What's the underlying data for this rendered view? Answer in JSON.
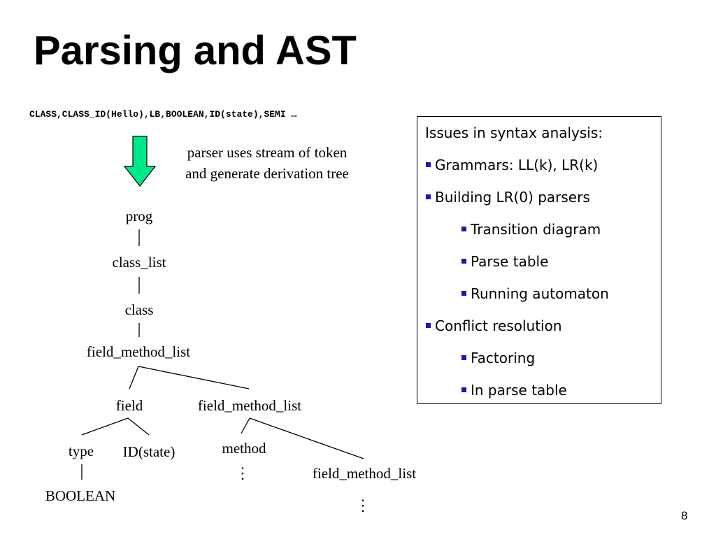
{
  "slide": {
    "title": "Parsing and AST",
    "token_stream": "CLASS,CLASS_ID(Hello),LB,BOOLEAN,ID(state),SEMI …",
    "caption_lines": [
      "parser uses stream of token",
      "and generate derivation tree"
    ],
    "arrow_color": "#00e68a",
    "page_number": "8"
  },
  "tree": {
    "prog": "prog",
    "class_list": "class_list",
    "class": "class",
    "field_method_list_1": "field_method_list",
    "field": "field",
    "field_method_list_2": "field_method_list",
    "type": "type",
    "id_state": "ID(state)",
    "method": "method",
    "field_method_list_3": "field_method_list",
    "boolean": "BOOLEAN",
    "ellipsis": "⋮"
  },
  "issues": {
    "heading": "Issues in syntax analysis:",
    "bullet_color": "#1a1aa6",
    "items": [
      {
        "text": "Grammars: LL(k), LR(k)",
        "level": 1
      },
      {
        "text": "Building LR(0) parsers",
        "level": 1
      },
      {
        "text": "Transition diagram",
        "level": 2
      },
      {
        "text": "Parse table",
        "level": 2
      },
      {
        "text": "Running automaton",
        "level": 2
      },
      {
        "text": "Conflict resolution",
        "level": 1
      },
      {
        "text": "Factoring",
        "level": 2
      },
      {
        "text": "In parse table",
        "level": 2
      }
    ]
  }
}
